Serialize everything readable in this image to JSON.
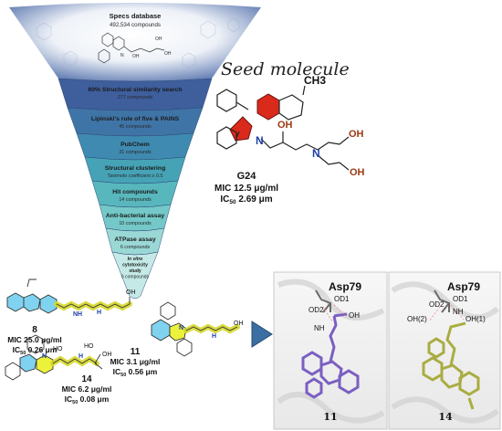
{
  "funnel": {
    "top_title": "Specs database",
    "top_sub": "492,534 compounds",
    "stages": [
      {
        "title": "60% Structural similarity search",
        "sub": "277 compounds"
      },
      {
        "title": "Lipinski's rule of five & PAINS",
        "sub": "45 compounds"
      },
      {
        "title": "PubChem",
        "sub": "31 compounds"
      },
      {
        "title": "Structural clustering",
        "sub": "Tanimoto coefficient ≥ 0.5"
      },
      {
        "title": "Hit compounds",
        "sub": "14 compounds"
      },
      {
        "title": "Anti-bacterial assay",
        "sub": "10 compounds"
      },
      {
        "title": "ATPase assay",
        "sub": "6 compounds"
      }
    ],
    "last_lines": [
      "In vitro",
      "cytotoxicity",
      "study",
      "6 compounds"
    ],
    "colors": [
      "#3e5e9c",
      "#3f74a6",
      "#3f8ab0",
      "#46a3b6",
      "#58b7bd",
      "#74c8c8",
      "#9ad8d6",
      "#c4e9e6"
    ]
  },
  "seed": {
    "title": "Seed molecule",
    "name": "G24",
    "mic": "MIC 12.5 μg/ml",
    "ic50_prefix": "IC",
    "ic50_sub": "50",
    "ic50_value": "2.69 μm",
    "atoms": {
      "ch3": "CH3",
      "n1": "N",
      "n2": "N",
      "oh1": "OH",
      "oh2": "OH",
      "oh3": "OH"
    }
  },
  "hits": [
    {
      "id": "8",
      "mic": "MIC 25.0 μg/ml",
      "ic50_prefix": "IC",
      "ic50_sub": "50",
      "ic50_value": "0.26 μm",
      "atoms": {
        "oh": "OH",
        "nh1": "NH",
        "nh2": "H"
      }
    },
    {
      "id": "11",
      "mic": "MIC 3.1 μg/ml",
      "ic50_prefix": "IC",
      "ic50_sub": "50",
      "ic50_value": "0.56 μm",
      "atoms": {
        "n": "N",
        "nh": "H",
        "oh": "OH"
      }
    },
    {
      "id": "14",
      "mic": "MIC 6.2 μg/ml",
      "ic50_prefix": "IC",
      "ic50_sub": "50",
      "ic50_value": "0.08 μm",
      "atoms": {
        "n": "N",
        "ho1": "HO",
        "ho2": "HO",
        "oh": "OH",
        "nh": "H"
      }
    }
  ],
  "docking": [
    {
      "residue": "Asp79",
      "labels": [
        "OD1",
        "OD2",
        "NH",
        "OH"
      ],
      "compound": "11"
    },
    {
      "residue": "Asp79",
      "labels": [
        "OD1",
        "OD2",
        "OH(2)",
        "OH(1)",
        "NH"
      ],
      "compound": "14"
    }
  ],
  "colors": {
    "hit_highlight": "#ecf23a",
    "ring_highlight": "#7fd3f0",
    "seed_ring": "#d92a1c",
    "purple_ligand": "#9b7fd6",
    "olive_ligand": "#c8cc6a",
    "arrow": "#3b6ea3"
  }
}
